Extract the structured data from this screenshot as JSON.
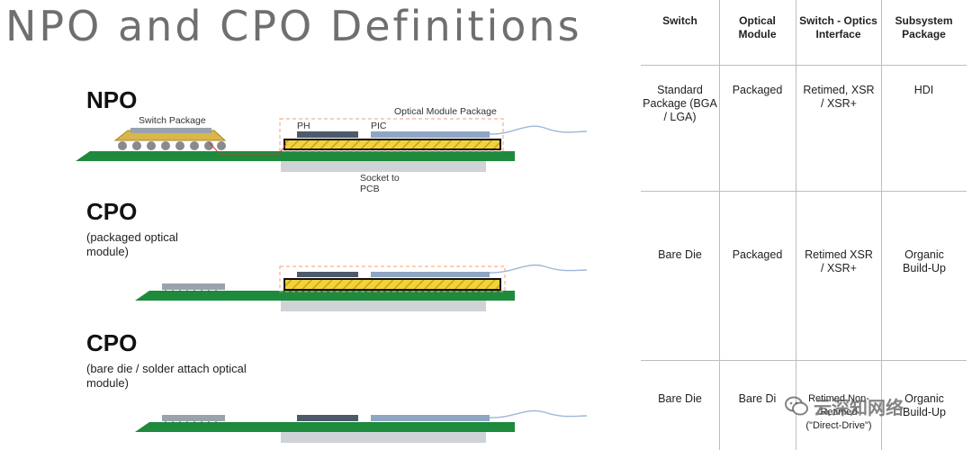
{
  "title": "NPO and CPO Definitions",
  "sections": [
    {
      "title": "NPO",
      "subtitle": ""
    },
    {
      "title": "CPO",
      "subtitle": "(packaged optical module)"
    },
    {
      "title": "CPO",
      "subtitle": "(bare die / solder attach optical module)"
    }
  ],
  "diagram_labels": {
    "switch_package": "Switch Package",
    "optical_module_package": "Optical Module Package",
    "ph": "PH",
    "pic": "PIC",
    "socket_to_pcb_1": "Socket to",
    "socket_to_pcb_2": "PCB"
  },
  "colors": {
    "pcb_green": "#1e8a3c",
    "optical_dash": "#f0a070",
    "hatch_yellow": "#f2d23a",
    "socket_gray": "#cfd2d6",
    "ph_dark": "#4d5a6a",
    "pic_blue": "#8fa6c2",
    "switch_gold": "#c8a23a",
    "fiber": "#9fb6d8"
  },
  "table": {
    "headers": [
      "Switch",
      "Optical Module",
      "Switch - Optics Interface",
      "Subsystem Package"
    ],
    "rows": [
      [
        "Standard Package (BGA / LGA)",
        "Packaged",
        "Retimed, XSR / XSR+",
        "HDI"
      ],
      [
        "Bare Die",
        "Packaged",
        "Retimed XSR / XSR+",
        "Organic Build-Up"
      ],
      [
        "Bare Die",
        "Bare Di",
        "Retimed Non-Retimed (\"Direct-Drive\")",
        "Organic Build-Up"
      ]
    ]
  },
  "watermark": "云深知网络"
}
